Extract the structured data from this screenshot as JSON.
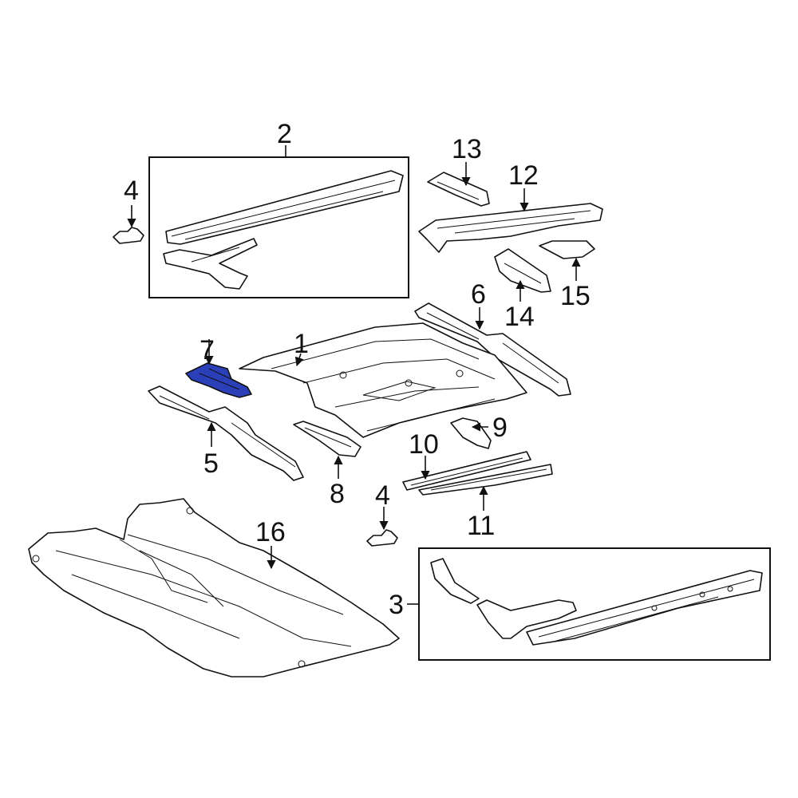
{
  "callouts": {
    "c1": "1",
    "c2": "2",
    "c3": "3",
    "c4a": "4",
    "c4b": "4",
    "c5": "5",
    "c6": "6",
    "c7": "7",
    "c8": "8",
    "c9": "9",
    "c10": "10",
    "c11": "11",
    "c12": "12",
    "c13": "13",
    "c14": "14",
    "c15": "15",
    "c16": "16"
  },
  "colors": {
    "line": "#111111",
    "highlight_part": "#2a3fb8",
    "background": "#ffffff"
  }
}
